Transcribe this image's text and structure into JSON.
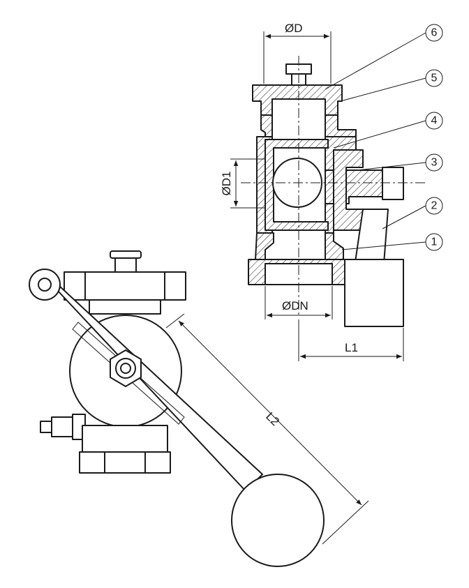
{
  "dimensions": {
    "diameter_d": "ØD",
    "diameter_d1": "ØD1",
    "diameter_dn": "ØDN",
    "length_l1": "L1",
    "length_l2": "L2"
  },
  "callouts": [
    "1",
    "2",
    "3",
    "4",
    "5",
    "6"
  ]
}
